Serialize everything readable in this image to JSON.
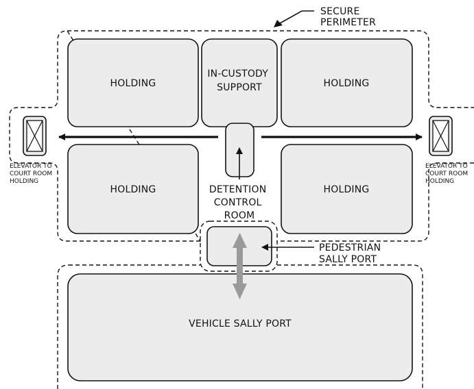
{
  "labels": {
    "secure_perimeter": [
      "SECURE",
      "PERIMETER"
    ],
    "holding_top_left": "HOLDING",
    "in_custody_support": [
      "IN-CUSTODY",
      "SUPPORT"
    ],
    "holding_top_right": "HOLDING",
    "holding_bottom_left": "HOLDING",
    "holding_bottom_right": "HOLDING",
    "detention_control_room": [
      "DETENTION",
      "CONTROL",
      "ROOM"
    ],
    "pedestrian_sally_port": [
      "PEDESTRIAN",
      "SALLY PORT"
    ],
    "vehicle_sally_port": "VEHICLE SALLY PORT",
    "elevator_left": [
      "ELEVATOR TO",
      "COURT ROOM",
      "HOLDING"
    ],
    "elevator_right": [
      "ELEVATOR TO",
      "COURT ROOM",
      "HOLDING"
    ]
  },
  "colors": {
    "room_fill": "#ececec",
    "line": "#111111",
    "arrow_gray": "#9a9a9a"
  }
}
